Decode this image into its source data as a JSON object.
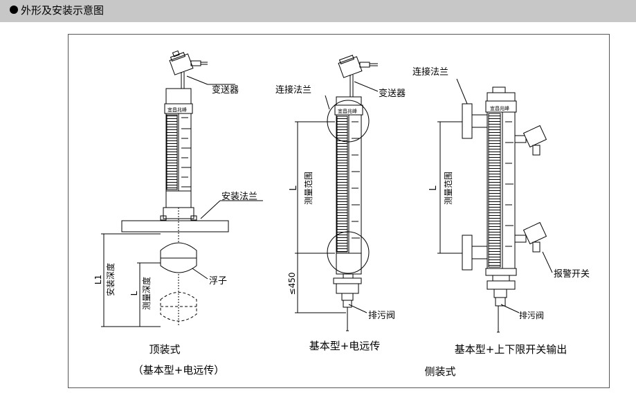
{
  "header": {
    "title": "外形及安装示意图"
  },
  "labels": {
    "transmitter": "变送器",
    "transmitter_2": "变送器",
    "flange_mount": "安装法兰",
    "flange_conn_mid": "连接法兰",
    "flange_conn_right": "连接法兰",
    "float": "浮子",
    "drain_mid": "排污阀",
    "drain_right": "排污阀",
    "alarm_switch": "报警开关",
    "L1": "L1",
    "install_depth": "安装深度",
    "L_left": "L",
    "measure_depth": "测量深度",
    "L_mid": "L",
    "measure_range_mid": "测量范围",
    "L_right": "L",
    "measure_range_right": "测量范围",
    "dim_450": "≤450",
    "brand": "宜昌兆峰"
  },
  "captions": {
    "left_line1": "顶装式",
    "left_line2": "（基本型+电远传）",
    "mid": "基本型+电远传",
    "right_line1": "基本型+上下限开关输出",
    "right_line2": "侧装式"
  },
  "colors": {
    "header_bg": "#c7c7c7",
    "line": "#000000"
  }
}
